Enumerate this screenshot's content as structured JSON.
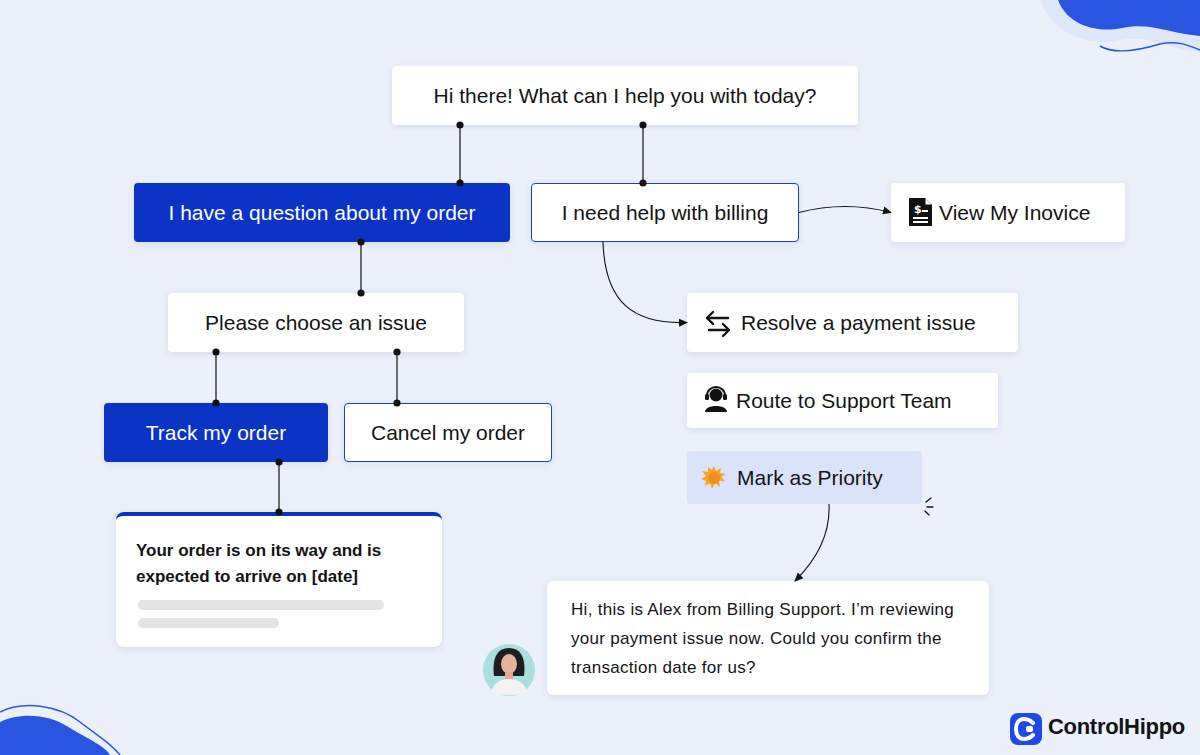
{
  "diagram": {
    "nodes": [
      {
        "text": [
          "Hi there! What can I help you with today?"
        ]
      },
      {
        "text": [
          "I have a question about my order"
        ]
      },
      {
        "text": [
          "I need help with billing"
        ]
      },
      {
        "text": [
          "View My Inovice"
        ]
      },
      {
        "text": [
          "Please choose an issue"
        ]
      },
      {
        "text": [
          "Resolve a payment issue"
        ]
      },
      {
        "text": [
          "Track my order"
        ]
      },
      {
        "text": [
          "Cancel my order"
        ]
      },
      {
        "text": [
          "Route to Support Team"
        ]
      },
      {
        "text": [
          "Mark as Priority"
        ]
      },
      {
        "text": [
          "Your order is on its way and is expected to arrive on [date]"
        ]
      },
      {
        "text": [
          "Hi, this is Alex from Billing Support. I’m reviewing your payment issue now. Could you confirm the transaction date for us?"
        ]
      }
    ],
    "edges": [
      {
        "from": 0,
        "to": 1,
        "arrow": "none"
      },
      {
        "from": 0,
        "to": 2,
        "arrow": "none"
      },
      {
        "from": 1,
        "to": 4,
        "arrow": "none"
      },
      {
        "from": 2,
        "to": 3,
        "arrow": "to"
      },
      {
        "from": 2,
        "to": 5,
        "arrow": "to"
      },
      {
        "from": 4,
        "to": 6,
        "arrow": "none"
      },
      {
        "from": 4,
        "to": 7,
        "arrow": "none"
      },
      {
        "from": 6,
        "to": 10,
        "arrow": "none"
      },
      {
        "from": 9,
        "to": 11,
        "arrow": "to"
      }
    ],
    "labels": [
      "ControlHippo"
    ]
  }
}
